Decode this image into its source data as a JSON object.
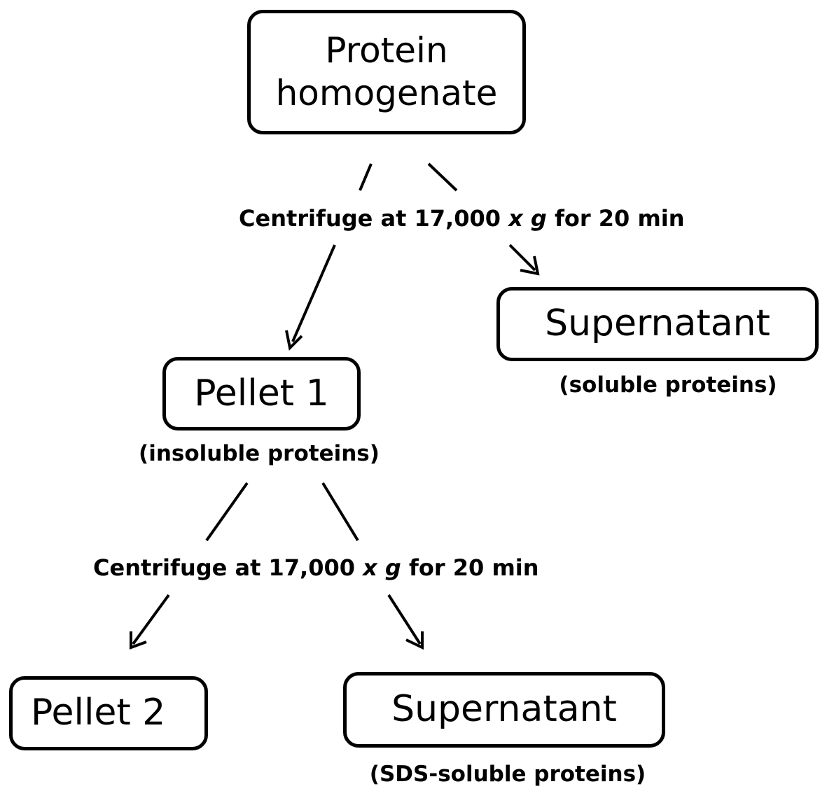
{
  "nodes": {
    "homogenate": {
      "line1": "Protein",
      "line2": "homogenate"
    },
    "supernatant1": {
      "label": "Supernatant",
      "note": "(soluble proteins)"
    },
    "pellet1": {
      "label": "Pellet 1",
      "note": "(insoluble proteins)"
    },
    "pellet2": {
      "label": "Pellet 2"
    },
    "supernatant2": {
      "label": "Supernatant",
      "note": "(SDS-soluble proteins)"
    }
  },
  "steps": {
    "step1": {
      "prefix": "Centrifuge at 17,000 ",
      "x": "x",
      "g": "g",
      "suffix": " for 20 min"
    },
    "step2": {
      "prefix": "Centrifuge at 17,000 ",
      "x": "x",
      "g": "g",
      "suffix": " for 20 min"
    }
  }
}
